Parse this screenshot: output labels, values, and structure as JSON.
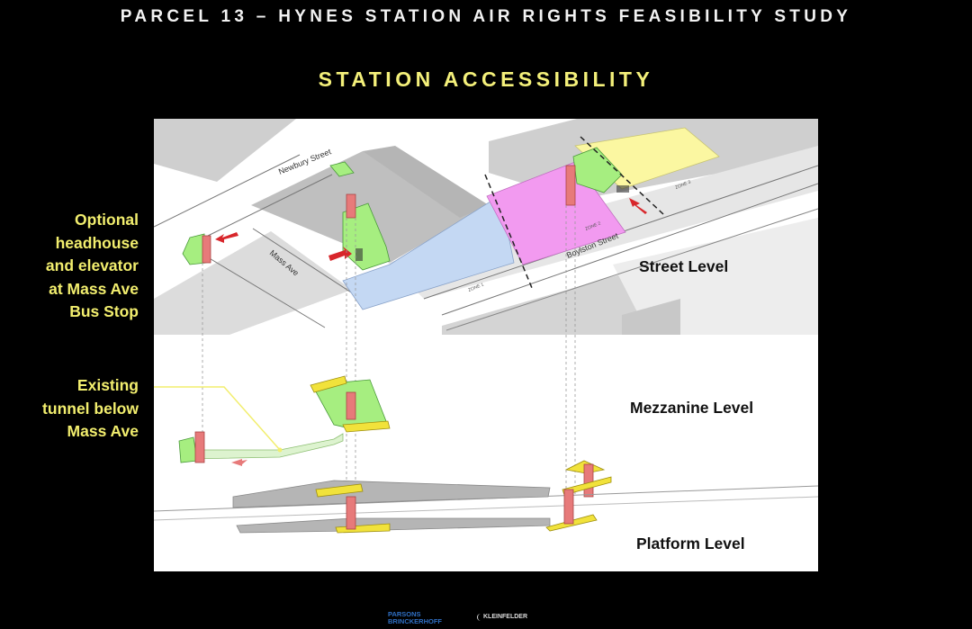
{
  "header": {
    "title": "PARCEL 13 – HYNES STATION AIR RIGHTS FEASIBILITY STUDY",
    "subtitle": "STATION   ACCESSIBILITY"
  },
  "callouts": {
    "headhouse": [
      "Optional",
      "headhouse",
      "and elevator",
      "at Mass Ave",
      "Bus Stop"
    ],
    "tunnel": [
      "Existing",
      "tunnel below",
      "Mass Ave"
    ]
  },
  "levels": {
    "street": "Street Level",
    "mezzanine": "Mezzanine Level",
    "platform": "Platform Level"
  },
  "streets": {
    "newbury": "Newbury Street",
    "mass_ave": "Mass Ave",
    "boylston": "Boylston Street",
    "zone_1": "ZONE 1",
    "zone_2": "ZONE 2",
    "zone_3": "ZONE 3"
  },
  "footer": {
    "logo_left": [
      "PARSONS",
      "BRINCKERHOFF"
    ],
    "logo_right": "KLEINFELDER"
  },
  "colors": {
    "background": "#000000",
    "title": "#f2f2f2",
    "accent_yellow": "#f4f07a",
    "zone_blue": "#c4d8f3",
    "zone_magenta": "#f29af0",
    "zone_yellow": "#fbf7a1",
    "access_green": "#a6ee80",
    "elevator_red": "#e77a7a",
    "stair_yellow": "#f1e23b",
    "arrow_red": "#d8262b",
    "logo_blue": "#2f6fc4"
  }
}
